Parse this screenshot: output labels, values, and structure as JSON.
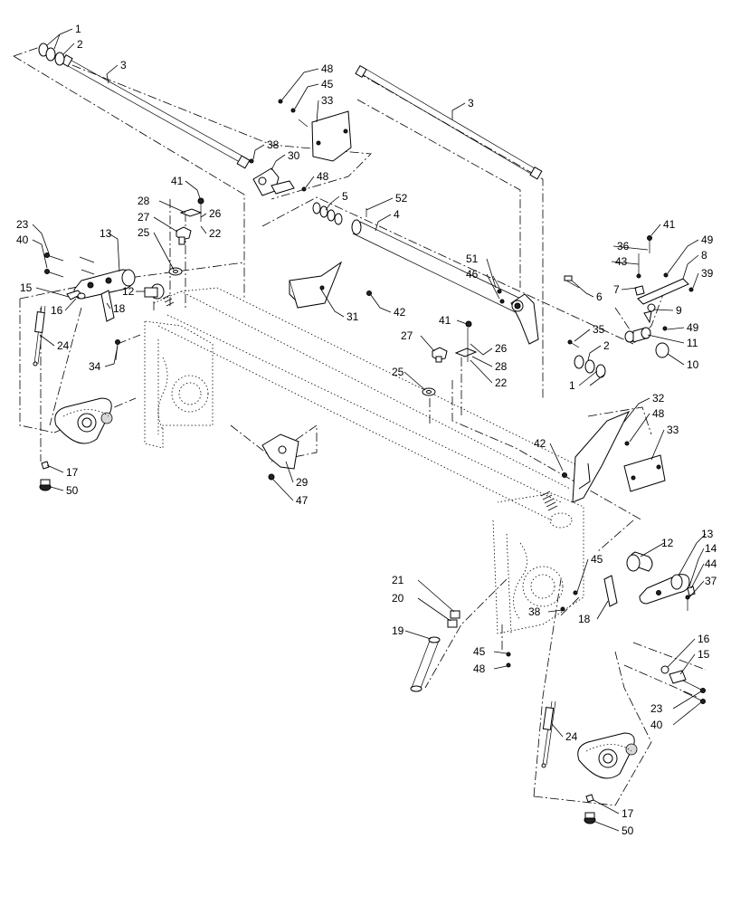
{
  "diagram": {
    "callouts": [
      {
        "id": "c1a",
        "label": "1"
      },
      {
        "id": "c2a",
        "label": "2"
      },
      {
        "id": "c3a",
        "label": "3"
      },
      {
        "id": "c3b",
        "label": "3"
      },
      {
        "id": "c48a",
        "label": "48"
      },
      {
        "id": "c45a",
        "label": "45"
      },
      {
        "id": "c33a",
        "label": "33"
      },
      {
        "id": "c38a",
        "label": "38"
      },
      {
        "id": "c30",
        "label": "30"
      },
      {
        "id": "c48b",
        "label": "48"
      },
      {
        "id": "c5",
        "label": "5"
      },
      {
        "id": "c52",
        "label": "52"
      },
      {
        "id": "c4",
        "label": "4"
      },
      {
        "id": "c41a",
        "label": "41"
      },
      {
        "id": "c28a",
        "label": "28"
      },
      {
        "id": "c26a",
        "label": "26"
      },
      {
        "id": "c27a",
        "label": "27"
      },
      {
        "id": "c22a",
        "label": "22"
      },
      {
        "id": "c25a",
        "label": "25"
      },
      {
        "id": "c23a",
        "label": "23"
      },
      {
        "id": "c13a",
        "label": "13"
      },
      {
        "id": "c40a",
        "label": "40"
      },
      {
        "id": "c15a",
        "label": "15"
      },
      {
        "id": "c12a",
        "label": "12"
      },
      {
        "id": "c16a",
        "label": "16"
      },
      {
        "id": "c18a",
        "label": "18"
      },
      {
        "id": "c24a",
        "label": "24"
      },
      {
        "id": "c34",
        "label": "34"
      },
      {
        "id": "c31",
        "label": "31"
      },
      {
        "id": "c42a",
        "label": "42"
      },
      {
        "id": "c41b",
        "label": "41"
      },
      {
        "id": "c36",
        "label": "36"
      },
      {
        "id": "c49a",
        "label": "49"
      },
      {
        "id": "c8",
        "label": "8"
      },
      {
        "id": "c43",
        "label": "43"
      },
      {
        "id": "c39",
        "label": "39"
      },
      {
        "id": "c51",
        "label": "51"
      },
      {
        "id": "c46",
        "label": "46"
      },
      {
        "id": "c6",
        "label": "6"
      },
      {
        "id": "c7",
        "label": "7"
      },
      {
        "id": "c9",
        "label": "9"
      },
      {
        "id": "c49b",
        "label": "49"
      },
      {
        "id": "c41c",
        "label": "41"
      },
      {
        "id": "c27b",
        "label": "27"
      },
      {
        "id": "c26b",
        "label": "26"
      },
      {
        "id": "c35",
        "label": "35"
      },
      {
        "id": "c2b",
        "label": "2"
      },
      {
        "id": "c11",
        "label": "11"
      },
      {
        "id": "c28b",
        "label": "28"
      },
      {
        "id": "c10",
        "label": "10"
      },
      {
        "id": "c25b",
        "label": "25"
      },
      {
        "id": "c22b",
        "label": "22"
      },
      {
        "id": "c1b",
        "label": "1"
      },
      {
        "id": "c32",
        "label": "32"
      },
      {
        "id": "c48c",
        "label": "48"
      },
      {
        "id": "c33b",
        "label": "33"
      },
      {
        "id": "c42b",
        "label": "42"
      },
      {
        "id": "c17a",
        "label": "17"
      },
      {
        "id": "c50a",
        "label": "50"
      },
      {
        "id": "c29",
        "label": "29"
      },
      {
        "id": "c47",
        "label": "47"
      },
      {
        "id": "c13b",
        "label": "13"
      },
      {
        "id": "c12b",
        "label": "12"
      },
      {
        "id": "c14",
        "label": "14"
      },
      {
        "id": "c45b",
        "label": "45"
      },
      {
        "id": "c44",
        "label": "44"
      },
      {
        "id": "c37",
        "label": "37"
      },
      {
        "id": "c21",
        "label": "21"
      },
      {
        "id": "c20",
        "label": "20"
      },
      {
        "id": "c18b",
        "label": "18"
      },
      {
        "id": "c38b",
        "label": "38"
      },
      {
        "id": "c19",
        "label": "19"
      },
      {
        "id": "c45c",
        "label": "45"
      },
      {
        "id": "c48d",
        "label": "48"
      },
      {
        "id": "c16b",
        "label": "16"
      },
      {
        "id": "c15b",
        "label": "15"
      },
      {
        "id": "c23b",
        "label": "23"
      },
      {
        "id": "c40b",
        "label": "40"
      },
      {
        "id": "c24b",
        "label": "24"
      },
      {
        "id": "c17b",
        "label": "17"
      },
      {
        "id": "c50b",
        "label": "50"
      }
    ]
  }
}
